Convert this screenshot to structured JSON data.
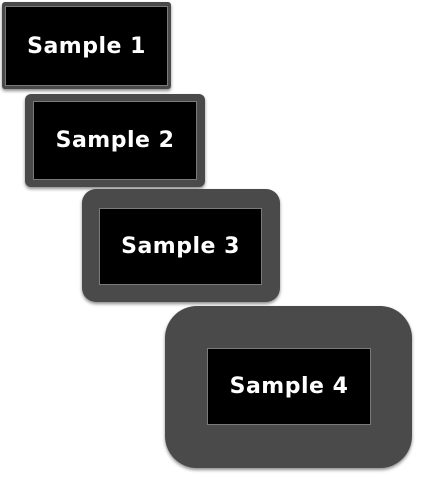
{
  "samples": [
    {
      "label": "Sample 1"
    },
    {
      "label": "Sample 2"
    },
    {
      "label": "Sample 3"
    },
    {
      "label": "Sample 4"
    }
  ],
  "colors": {
    "frame": "#4a4a4a",
    "panel": "#000000",
    "text": "#ffffff",
    "background": "#ffffff"
  }
}
